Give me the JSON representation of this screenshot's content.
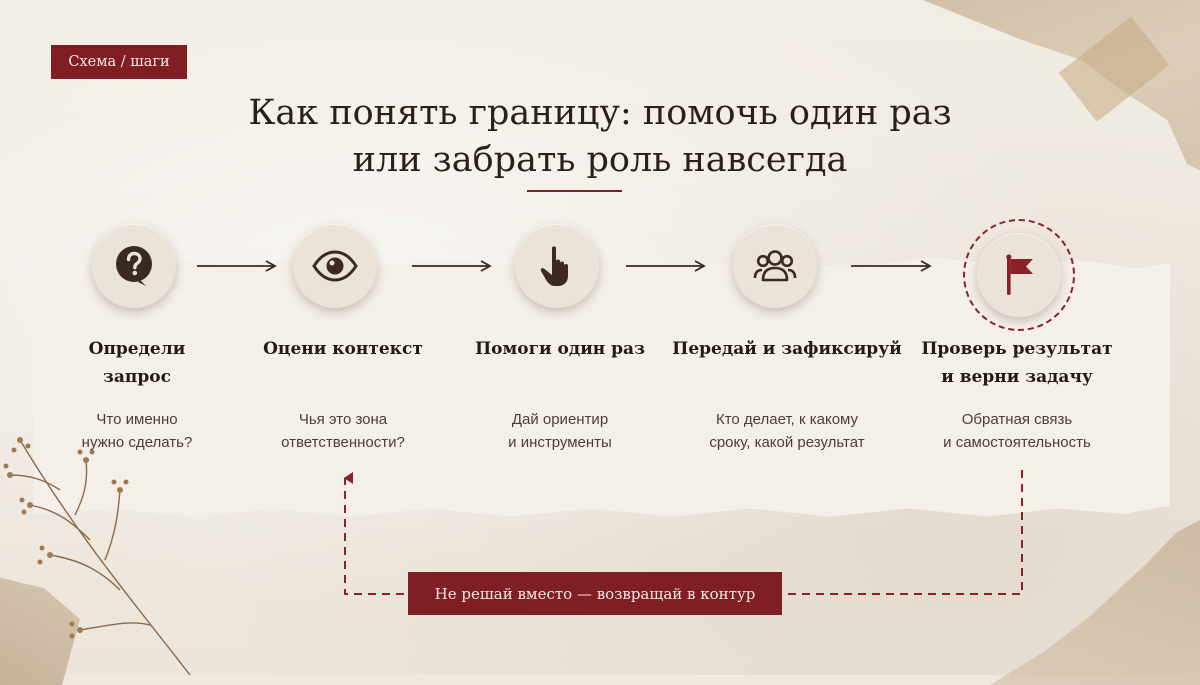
{
  "tag": "Схема / шаги",
  "title": {
    "line1": "Как понять границу: помочь один раз",
    "line2": "или забрать роль навсегда"
  },
  "steps": [
    {
      "icon": "question-icon",
      "title_line1": "Определи",
      "title_line2": "запрос",
      "desc_line1": "Что именно",
      "desc_line2": "нужно сделать?"
    },
    {
      "icon": "eye-icon",
      "title_line1": "Оцени контекст",
      "title_line2": "",
      "desc_line1": "Чья это зона",
      "desc_line2": "ответственности?"
    },
    {
      "icon": "pointing-hand-icon",
      "title_line1": "Помоги один раз",
      "title_line2": "",
      "desc_line1": "Дай ориентир",
      "desc_line2": "и инструменты"
    },
    {
      "icon": "people-icon",
      "title_line1": "Передай и зафиксируй",
      "title_line2": "",
      "desc_line1": "Кто делает, к какому",
      "desc_line2": "сроку, какой результат"
    },
    {
      "icon": "flag-icon",
      "title_line1": "Проверь результат",
      "title_line2": "и верни задачу",
      "desc_line1": "Обратная связь",
      "desc_line2": "и самостоятельность"
    }
  ],
  "loop_note": "Не решай вместо — возвращай в контур",
  "colors": {
    "accent": "#7f1f24",
    "icon": "#3a2a22",
    "background": "#efe9e0"
  }
}
